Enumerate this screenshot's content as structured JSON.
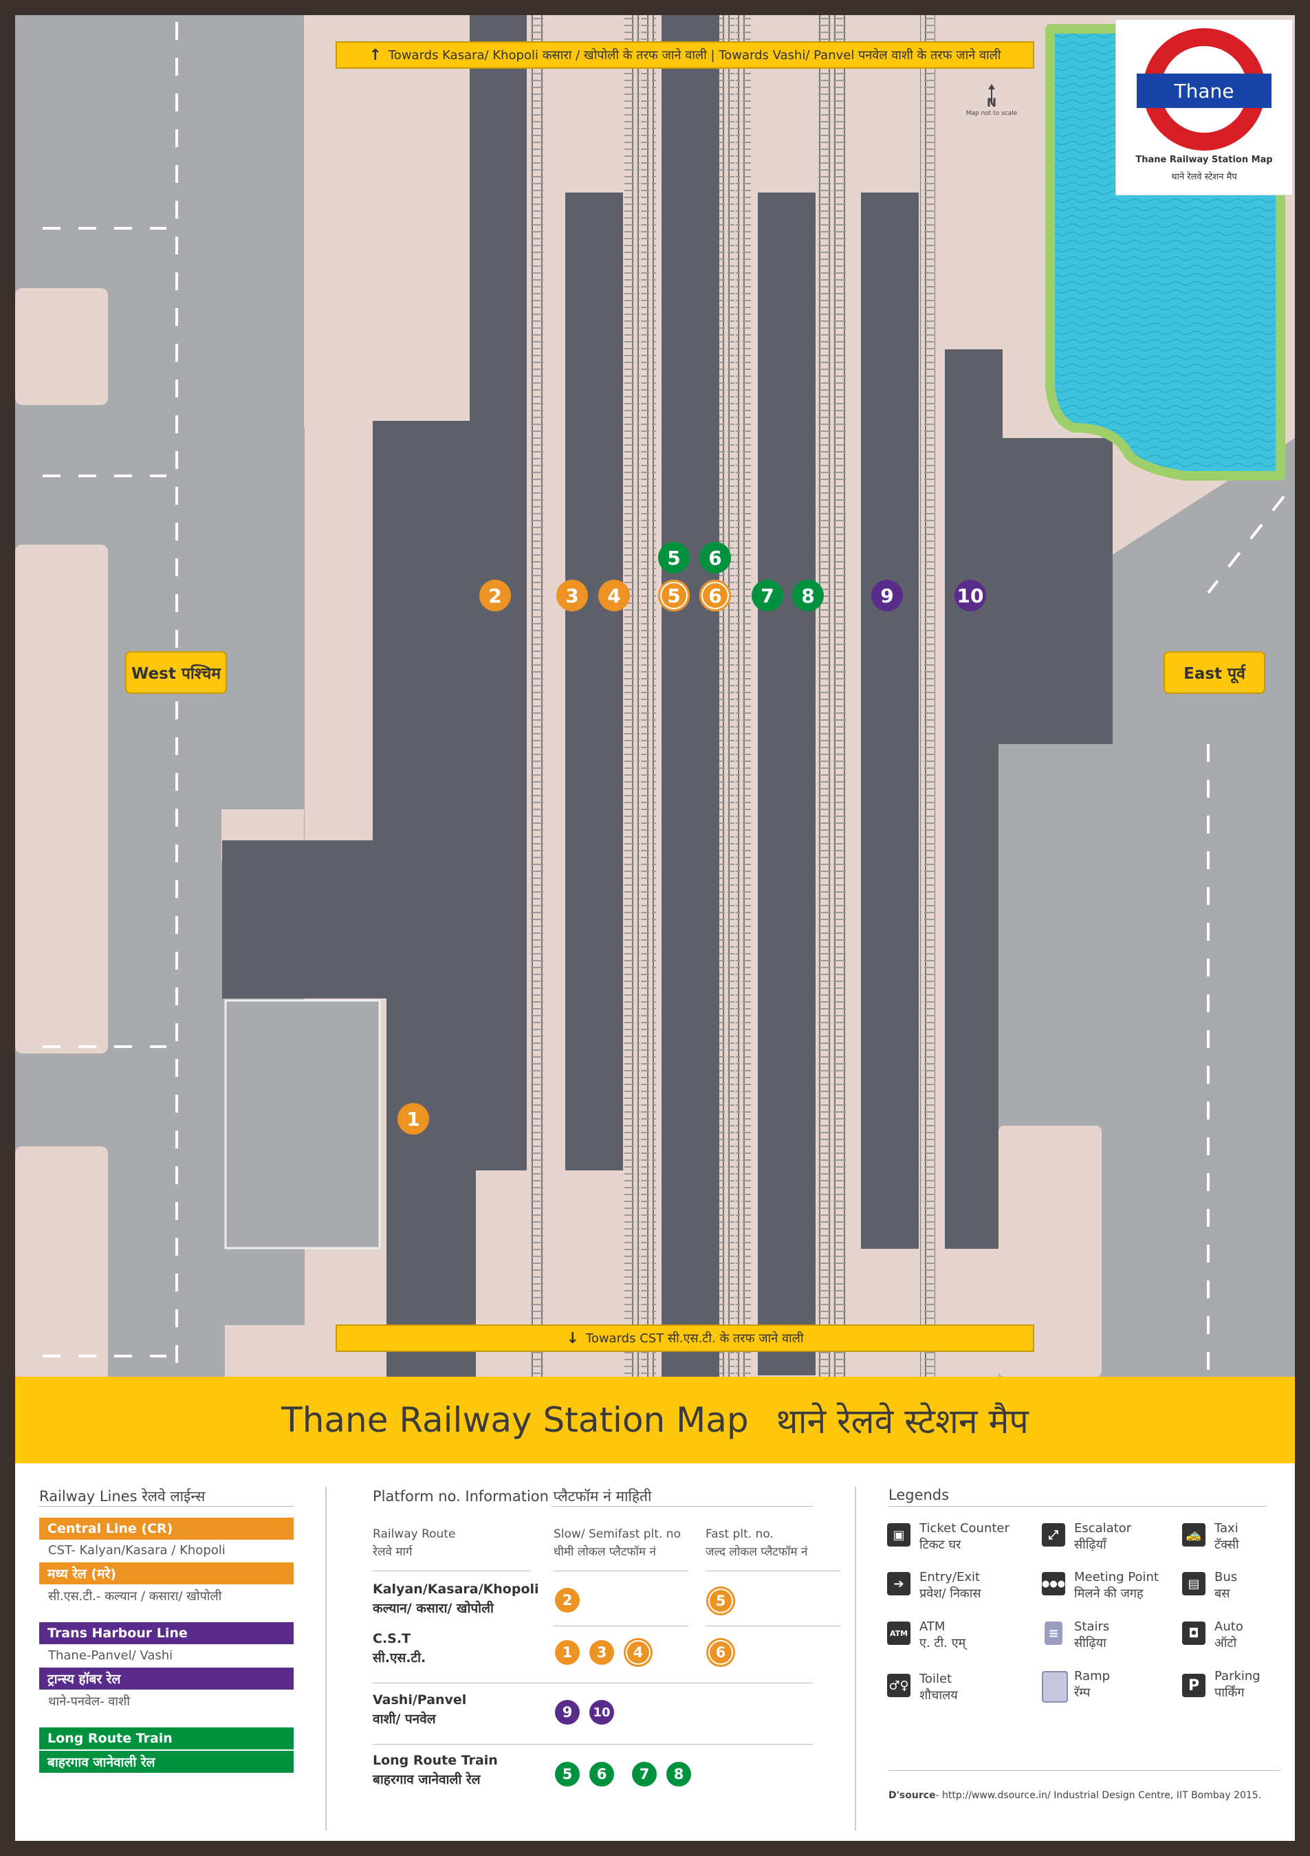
{
  "colors": {
    "central": "#ec9324",
    "harbour": "#592b8a",
    "long_route": "#00923f",
    "banner": "#fec70c",
    "platform": "#5e6169",
    "road": "#a8aaad",
    "ground": "#e6d4cf",
    "water": "#3dc3de"
  },
  "map": {
    "top_banner": "Towards Kasara/ Khopoli  कसारा / खोपोली के तरफ जाने वाली | Towards Vashi/ Panvel पनवेल वाशी के तरफ जाने वाली",
    "bottom_banner": "Towards CST सी.एस.टी. के तरफ जाने वाली",
    "west_label": "West पश्चिम",
    "east_label": "East पूर्व",
    "north_letter": "N",
    "north_note": "Map not to scale",
    "logo_name": "Thane",
    "logo_title_en": "Thane Railway Station Map",
    "logo_title_hi": "थाने रेलवे स्टेशन मैप",
    "platform_numbers": {
      "p1": "1",
      "p2": "2",
      "p3": "3",
      "p4": "4",
      "p5_slow": "5",
      "p6_slow": "6",
      "p5_long": "5",
      "p6_long": "6",
      "p7": "7",
      "p8": "8",
      "p9": "9",
      "p10": "10"
    }
  },
  "title": {
    "en": "Thane Railway Station Map",
    "hi": "थाने रेलवे स्टेशन मैप"
  },
  "railway_lines": {
    "heading": "Railway Lines  रेलवे लाईन्स",
    "central_en": "Central Line (CR)",
    "central_en_sub": "CST- Kalyan/Kasara / Khopoli",
    "central_hi": "मध्य रेल (मरे)",
    "central_hi_sub": "सी.एस.टी.- कल्यान / कसारा/ खोपोली",
    "harbour_en": "Trans Harbour Line",
    "harbour_en_sub": "Thane-Panvel/ Vashi",
    "harbour_hi": "ट्रान्स्य हॉबर रेल",
    "harbour_hi_sub": "थाने-पनवेल- वाशी",
    "long_en": "Long Route Train",
    "long_hi": "बाहरगाव जानेवाली रेल"
  },
  "platform_info": {
    "heading": "Platform no. Information   प्लैटफॉम नं माहिती",
    "col_route": "Railway Route",
    "col_route_hi": "रेलवे मार्ग",
    "col_slow": "Slow/ Semifast plt. no",
    "col_slow_hi": "धीमी लोकल प्लैटफॉम नं",
    "col_fast": "Fast plt. no.",
    "col_fast_hi": "जल्द लोकल प्लैटफॉम नं",
    "rows": [
      {
        "route": "Kalyan/Kasara/Khopoli",
        "route_hi": "कल्यान/ कसारा/ खोपोली",
        "slow": [
          "2"
        ],
        "fast": [
          "5"
        ]
      },
      {
        "route": "C.S.T",
        "route_hi": "सी.एस.टी.",
        "slow": [
          "1",
          "3",
          "4"
        ],
        "fast": [
          "6"
        ]
      },
      {
        "route": "Vashi/Panvel",
        "route_hi": "वाशी/ पनवेल",
        "slow": [
          "9",
          "10"
        ],
        "fast": []
      },
      {
        "route": "Long Route Train",
        "route_hi": "बाहरगाव जानेवाली रेल",
        "slow": [
          "5",
          "6",
          "7",
          "8"
        ],
        "fast": []
      }
    ]
  },
  "legends": {
    "heading": "Legends",
    "items": [
      {
        "icon": "ticket-counter-icon",
        "en": "Ticket Counter",
        "hi": "टिकट घर"
      },
      {
        "icon": "escalator-icon",
        "en": "Escalator",
        "hi": "सीढ़ियाँ"
      },
      {
        "icon": "taxi-icon",
        "en": "Taxi",
        "hi": "टॅक्सी"
      },
      {
        "icon": "entry-exit-icon",
        "en": "Entry/Exit",
        "hi": "प्रवेश/ निकास"
      },
      {
        "icon": "meeting-point-icon",
        "en": "Meeting Point",
        "hi": "मिलने की जगह"
      },
      {
        "icon": "bus-icon",
        "en": "Bus",
        "hi": "बस"
      },
      {
        "icon": "atm-icon",
        "en": "ATM",
        "hi": "ए. टी. एम्",
        "glyph": "ATM"
      },
      {
        "icon": "stairs-icon",
        "en": "Stairs",
        "hi": "सीढ़िया"
      },
      {
        "icon": "auto-icon",
        "en": "Auto",
        "hi": "ऑटो"
      },
      {
        "icon": "toilet-icon",
        "en": "Toilet",
        "hi": "शौचालय"
      },
      {
        "icon": "ramp-icon",
        "en": "Ramp",
        "hi": "रॅम्प"
      },
      {
        "icon": "parking-icon",
        "en": "Parking",
        "hi": "पार्किंग",
        "glyph": "P"
      }
    ]
  },
  "footer": {
    "brand": "D'source",
    "text": "- http://www.dsource.in/    Industrial Design Centre, IIT Bombay 2015."
  }
}
